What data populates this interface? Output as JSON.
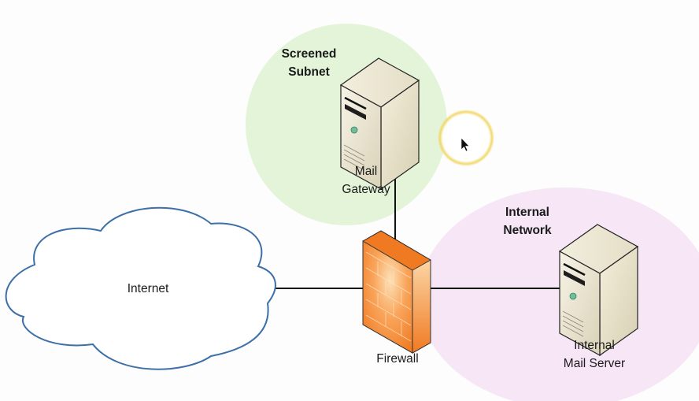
{
  "diagram": {
    "type": "network-topology",
    "zones": [
      {
        "id": "screened-subnet",
        "label_line1": "Screened",
        "label_line2": "Subnet",
        "color": "#e3f4d9"
      },
      {
        "id": "internal-network",
        "label_line1": "Internal",
        "label_line2": "Network",
        "color": "#f6e6f6"
      }
    ],
    "nodes": {
      "internet": {
        "label": "Internet",
        "shape": "cloud-icon",
        "stroke": "#3d6fa8"
      },
      "firewall": {
        "label": "Firewall",
        "shape": "firewall-icon",
        "color": "#f58a3a"
      },
      "mail_gateway": {
        "label_line1": "Mail",
        "label_line2": "Gateway",
        "shape": "server-icon"
      },
      "internal_mail_server": {
        "label_line1": "Internal",
        "label_line2": "Mail Server",
        "shape": "server-icon"
      }
    },
    "links": [
      {
        "from": "internet",
        "to": "firewall"
      },
      {
        "from": "firewall",
        "to": "mail_gateway"
      },
      {
        "from": "firewall",
        "to": "internal_mail_server"
      }
    ],
    "cursor": {
      "highlight_color": "#f2d45a",
      "icon": "mouse-pointer-icon"
    }
  }
}
